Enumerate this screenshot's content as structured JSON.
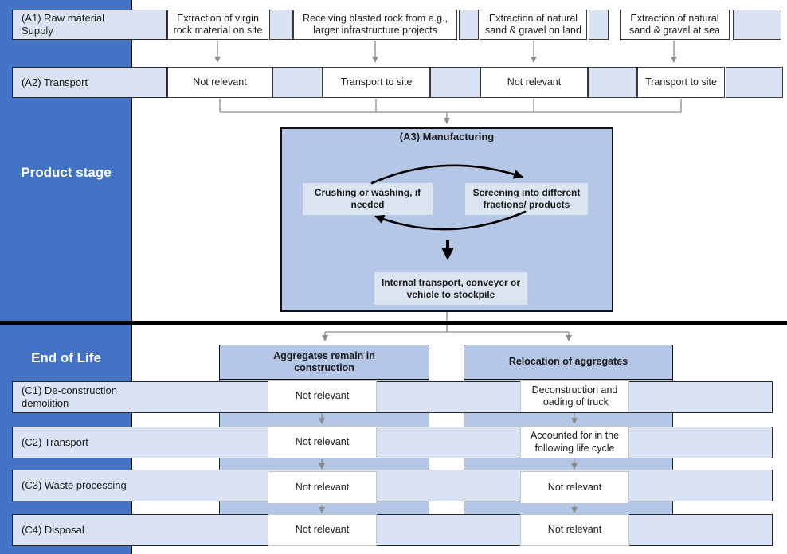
{
  "sidebar": {
    "product_stage_label": "Product stage",
    "end_of_life_label": "End of Life"
  },
  "product_stage": {
    "a1": {
      "label": "(A1) Raw material\nSupply",
      "cells": [
        "Extraction of virgin rock material on site",
        "Receiving blasted rock from e.g., larger infrastructure projects",
        "Extraction of natural sand & gravel on land",
        "Extraction of natural sand & gravel at sea"
      ]
    },
    "a2": {
      "label": "(A2) Transport",
      "cells": [
        "Not relevant",
        "Transport to site",
        "Not relevant",
        "Transport to site"
      ]
    },
    "a3": {
      "title": "(A3) Manufacturing",
      "steps": [
        "Crushing or washing, if needed",
        "Screening into different fractions/ products",
        "Internal transport, conveyer or vehicle to stockpile"
      ]
    }
  },
  "end_of_life": {
    "branches": [
      "Aggregates remain in\nconstruction",
      "Relocation of aggregates"
    ],
    "rows": [
      {
        "label": "(C1) De-construction\ndemolition",
        "left": "Not relevant",
        "right": "Deconstruction and loading of truck"
      },
      {
        "label": "(C2) Transport",
        "left": "Not relevant",
        "right": "Accounted for in the following life cycle"
      },
      {
        "label": "(C3) Waste processing",
        "left": "Not relevant",
        "right": "Not relevant"
      },
      {
        "label": "(C4) Disposal",
        "left": "Not relevant",
        "right": "Not relevant"
      }
    ]
  },
  "colors": {
    "sidebar_blue": "#4472c4",
    "light_blue_fill": "#dae3f3",
    "medium_blue_fill": "#b4c7e7",
    "cell_white": "#ffffff",
    "connector_gray": "#8c8c8c",
    "connector_black": "#000000"
  }
}
